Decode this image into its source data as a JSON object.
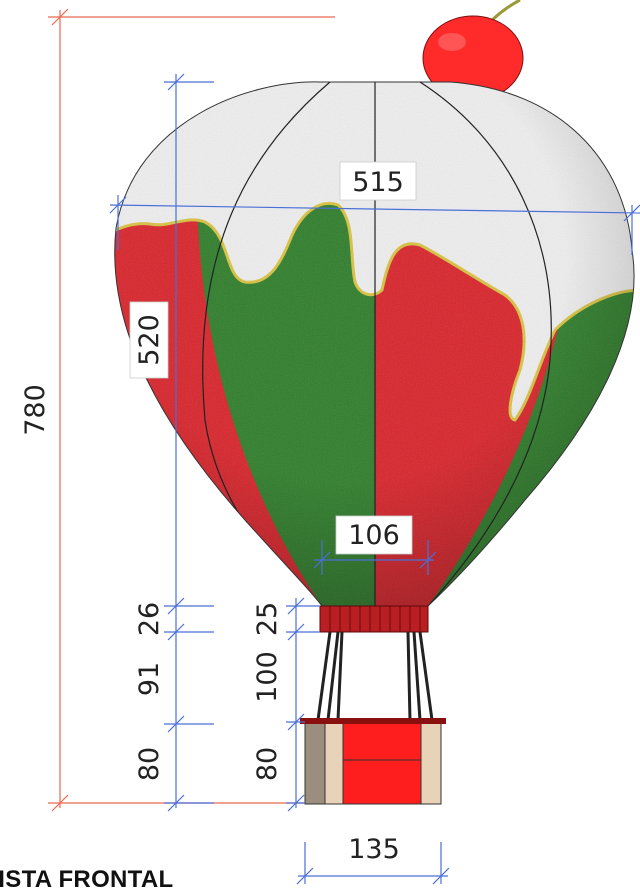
{
  "dimensions": {
    "total_height": "780",
    "balloon_width": "515",
    "balloon_height": "520",
    "neck_width": "106",
    "neck_height_left": "26",
    "neck_height_right": "25",
    "rope_height_left": "91",
    "rope_height_right": "100",
    "basket_height_left": "80",
    "basket_height_right": "80",
    "basket_width": "135"
  },
  "caption": "VISTA FRONTAL",
  "colors": {
    "red": "#d8232a",
    "green": "#2e7d2a",
    "white": "#eeeeee",
    "cherry": "#ff2a2a",
    "dim_red": "#e8694f",
    "dim_blue": "#4a6fd8"
  }
}
